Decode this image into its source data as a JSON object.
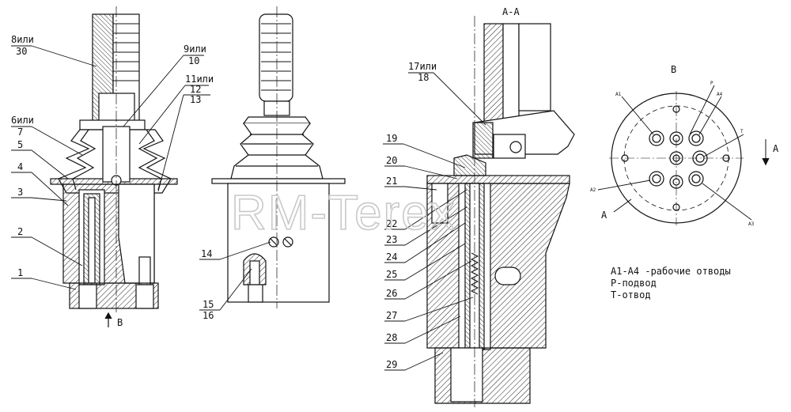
{
  "labels": {
    "l8": "8или",
    "l30": "30",
    "l9": "9или",
    "l10": "10",
    "l11": "11или",
    "l12": "12",
    "l13": "13",
    "l6": "6или",
    "l7": "7",
    "l5": "5",
    "l4": "4",
    "l3": "3",
    "l2": "2",
    "l1": "1",
    "b_arrow": "B",
    "l14": "14",
    "l15": "15",
    "l16": "16",
    "section_title": "А-А",
    "l17": "17или",
    "l18": "18",
    "l19": "19",
    "l20": "20",
    "l21": "21",
    "l22": "22",
    "l23": "23",
    "l24": "24",
    "l25": "25",
    "l26": "26",
    "l27": "27",
    "l28": "28",
    "l29": "29",
    "view_b": "B",
    "a1": "A1",
    "a2": "A2",
    "a3": "A3",
    "a4": "A4",
    "p": "P",
    "t": "T",
    "sec_a_left": "A",
    "sec_a_right": "A"
  },
  "legend": {
    "line1": "А1-А4 -рабочие отводы",
    "line2": "Р-подвод",
    "line3": "Т-отвод"
  },
  "watermark": "RM-Terex",
  "colors": {
    "ink": "#111111",
    "hatch": "#222222",
    "watermark": "#c9c9c9"
  }
}
